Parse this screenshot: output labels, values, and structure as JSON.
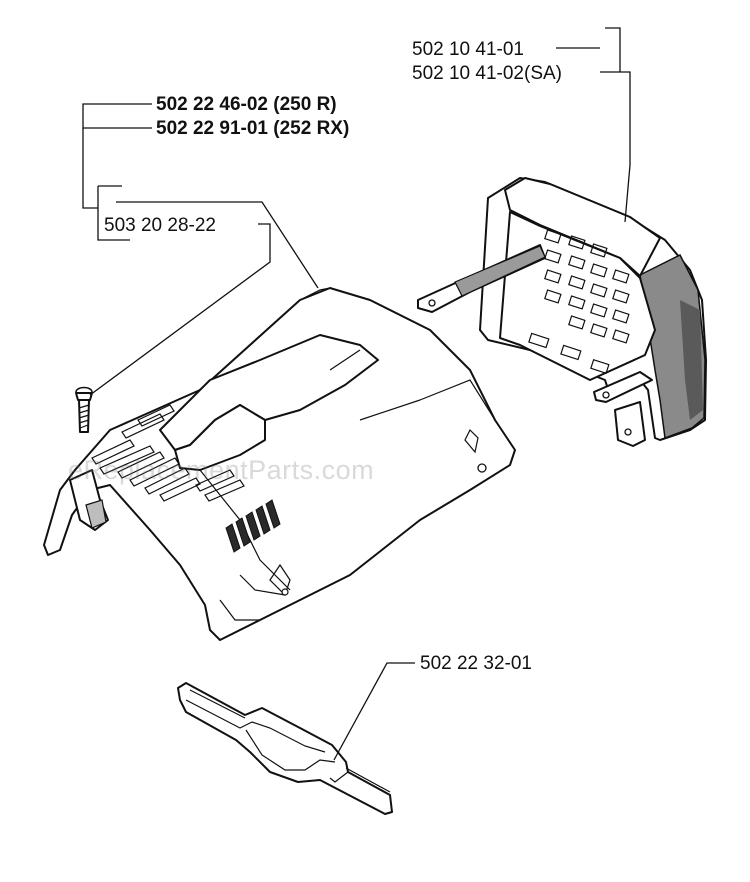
{
  "labels": {
    "air_filter_holder_1": "502 10 41-01",
    "air_filter_holder_2": "502 10 41-02(SA)",
    "cylinder_cover_250r": "502 22 46-02 (250 R)",
    "cylinder_cover_252rx": "502 22 91-01 (252 RX)",
    "screw": "503 20 28-22",
    "bottom_plate": "502 22 32-01"
  },
  "watermark": "eReplacementParts.com",
  "icons": {
    "cylinder_cover": "cylinder-cover-icon",
    "air_filter_holder": "air-filter-holder-icon",
    "screw": "screw-icon",
    "bottom_plate": "bottom-plate-icon"
  },
  "colors": {
    "line": "#111111",
    "background": "#ffffff",
    "shade": "#8a8a8a"
  }
}
